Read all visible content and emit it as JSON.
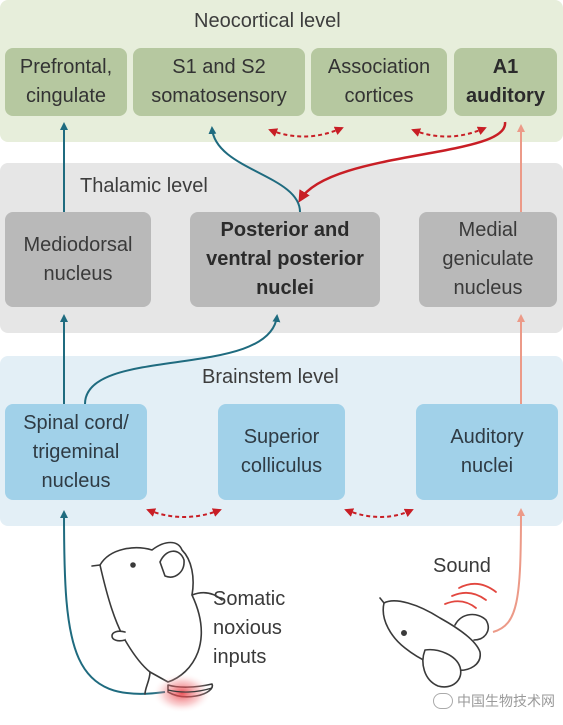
{
  "levels": {
    "neocortical": "Neocortical level",
    "thalamic": "Thalamic level",
    "brainstem": "Brainstem level"
  },
  "cortex_boxes": [
    {
      "label": "Prefrontal,\ncingulate",
      "bold": false
    },
    {
      "label": "S1 and S2\nsomatosensory",
      "bold": false
    },
    {
      "label": "Association\ncortices",
      "bold": false
    },
    {
      "label": "A1\nauditory",
      "bold": true
    }
  ],
  "thalamus_boxes": [
    {
      "label": "Mediodorsal\nnucleus",
      "bold": false
    },
    {
      "label": "Posterior and\nventral posterior\nnuclei",
      "bold": true
    },
    {
      "label": "Medial\ngeniculate\nnucleus",
      "bold": false
    }
  ],
  "brainstem_boxes": [
    {
      "label": "Spinal cord/\ntrigeminal\nnucleus"
    },
    {
      "label": "Superior\ncolliculus"
    },
    {
      "label": "Auditory\nnuclei"
    }
  ],
  "inputs": {
    "somatic": "Somatic\nnoxious\ninputs",
    "sound": "Sound"
  },
  "colors": {
    "neocortical_band": "#e7eedb",
    "thalamic_band": "#e6e6e6",
    "brainstem_band": "#e3eff6",
    "somatosensory_pathway": "#1f6b7f",
    "auditory_pathway": "#ec9a88",
    "auditory_to_somatosensory": "#c81e25",
    "reciprocal_links": "#c81e25"
  },
  "watermark": "中国生物技术网"
}
